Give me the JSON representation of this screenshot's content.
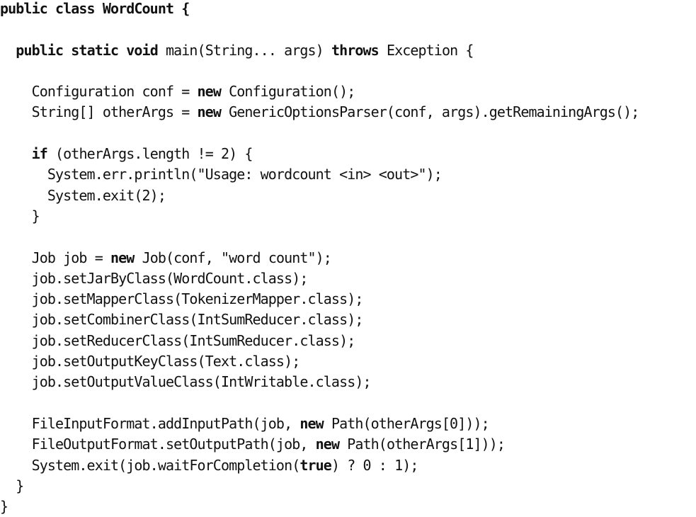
{
  "code": {
    "lines": [
      [
        {
          "t": "public class WordCount {",
          "kw": true
        }
      ],
      [],
      [
        {
          "t": "  "
        },
        {
          "t": "public static void",
          "kw": true
        },
        {
          "t": " main(String... args) "
        },
        {
          "t": "throws",
          "kw": true
        },
        {
          "t": " Exception {"
        }
      ],
      [],
      [
        {
          "t": "    Configuration conf = "
        },
        {
          "t": "new",
          "kw": true
        },
        {
          "t": " Configuration();"
        }
      ],
      [
        {
          "t": "    String[] otherArgs = "
        },
        {
          "t": "new",
          "kw": true
        },
        {
          "t": " GenericOptionsParser(conf, args).getRemainingArgs();"
        }
      ],
      [],
      [
        {
          "t": "    "
        },
        {
          "t": "if",
          "kw": true
        },
        {
          "t": " (otherArgs.length != 2) {"
        }
      ],
      [
        {
          "t": "      System.err.println(\"Usage: wordcount <in> <out>\");"
        }
      ],
      [
        {
          "t": "      System.exit(2);"
        }
      ],
      [
        {
          "t": "    }"
        }
      ],
      [],
      [
        {
          "t": "    Job job = "
        },
        {
          "t": "new",
          "kw": true
        },
        {
          "t": " Job(conf, \"word count\");"
        }
      ],
      [
        {
          "t": "    job.setJarByClass(WordCount.class);"
        }
      ],
      [
        {
          "t": "    job.setMapperClass(TokenizerMapper.class);"
        }
      ],
      [
        {
          "t": "    job.setCombinerClass(IntSumReducer.class);"
        }
      ],
      [
        {
          "t": "    job.setReducerClass(IntSumReducer.class);"
        }
      ],
      [
        {
          "t": "    job.setOutputKeyClass(Text.class);"
        }
      ],
      [
        {
          "t": "    job.setOutputValueClass(IntWritable.class);"
        }
      ],
      [],
      [
        {
          "t": "    FileInputFormat.addInputPath(job, "
        },
        {
          "t": "new",
          "kw": true
        },
        {
          "t": " Path(otherArgs[0]));"
        }
      ],
      [
        {
          "t": "    FileOutputFormat.setOutputPath(job, "
        },
        {
          "t": "new",
          "kw": true
        },
        {
          "t": " Path(otherArgs[1]));"
        }
      ],
      [
        {
          "t": "    System.exit(job.waitForCompletion("
        },
        {
          "t": "true",
          "kw": true
        },
        {
          "t": ") ? 0 : 1);"
        }
      ],
      [
        {
          "t": "  }"
        }
      ],
      [
        {
          "t": "}"
        }
      ]
    ]
  }
}
